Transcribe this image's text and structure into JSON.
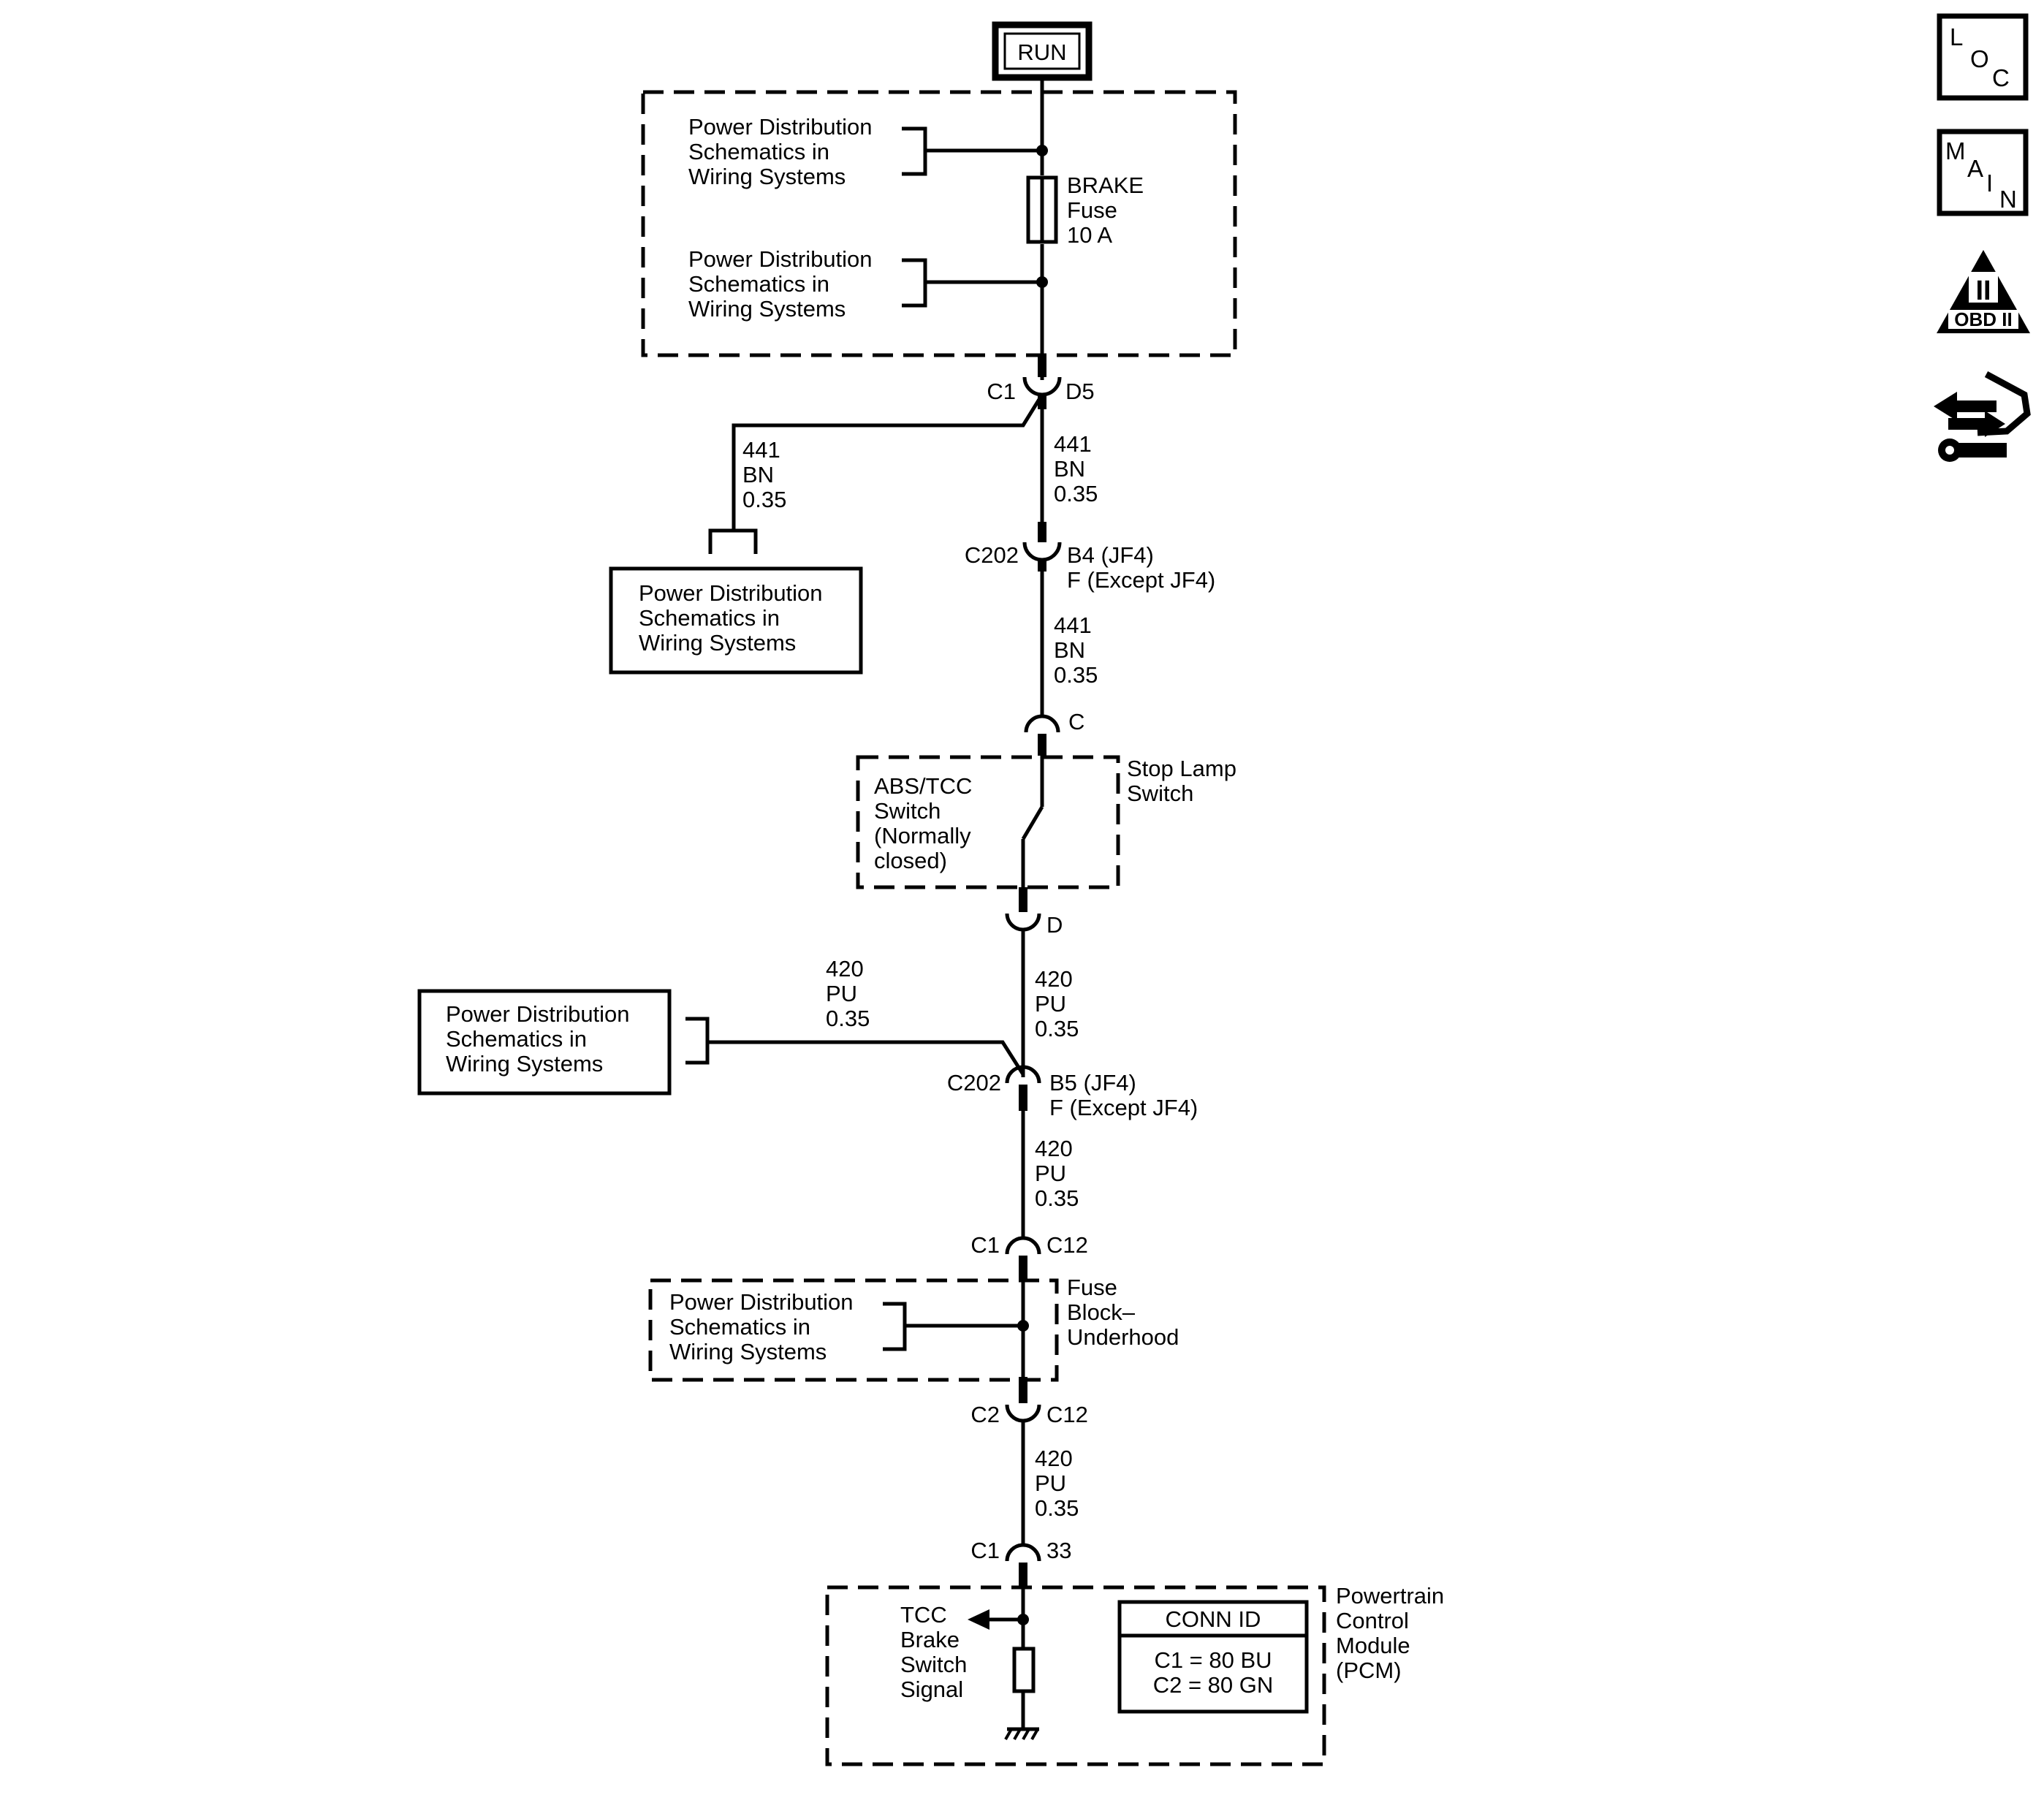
{
  "power_source": {
    "label": "RUN"
  },
  "fuse_block_top": {
    "fuse_label": [
      "BRAKE",
      "Fuse",
      "10 A"
    ],
    "ref_upper": [
      "Power Distribution",
      "Schematics in",
      "Wiring Systems"
    ],
    "ref_lower": [
      "Power Distribution",
      "Schematics in",
      "Wiring Systems"
    ]
  },
  "conn_c1_d5": {
    "left": "C1",
    "right": "D5"
  },
  "branch_441_left": {
    "circuit": "441",
    "color": "BN",
    "size": "0.35"
  },
  "ref_box_left_441": [
    "Power Distribution",
    "Schematics in",
    "Wiring Systems"
  ],
  "wire_441_a": {
    "circuit": "441",
    "color": "BN",
    "size": "0.35"
  },
  "conn_c202_top": {
    "name": "C202",
    "pin_line1": "B4 (JF4)",
    "pin_line2": "F (Except JF4)"
  },
  "wire_441_b": {
    "circuit": "441",
    "color": "BN",
    "size": "0.35"
  },
  "stop_lamp_switch": {
    "pin_in": "C",
    "pin_out": "D",
    "name": [
      "Stop Lamp",
      "Switch"
    ],
    "inner_label": [
      "ABS/TCC",
      "Switch",
      "(Normally",
      "closed)"
    ]
  },
  "branch_420_left": {
    "circuit": "420",
    "color": "PU",
    "size": "0.35"
  },
  "ref_box_left_420": [
    "Power Distribution",
    "Schematics in",
    "Wiring Systems"
  ],
  "wire_420_a": {
    "circuit": "420",
    "color": "PU",
    "size": "0.35"
  },
  "conn_c202_bottom": {
    "name": "C202",
    "pin_line1": "B5 (JF4)",
    "pin_line2": "F (Except JF4)"
  },
  "wire_420_b": {
    "circuit": "420",
    "color": "PU",
    "size": "0.35"
  },
  "conn_c1_c12": {
    "left": "C1",
    "right": "C12"
  },
  "fuse_block_underhood": {
    "name": [
      "Fuse",
      "Block–",
      "Underhood"
    ],
    "ref": [
      "Power Distribution",
      "Schematics in",
      "Wiring Systems"
    ]
  },
  "conn_c2_c12": {
    "left": "C2",
    "right": "C12"
  },
  "wire_420_c": {
    "circuit": "420",
    "color": "PU",
    "size": "0.35"
  },
  "conn_c1_33": {
    "left": "C1",
    "right": "33"
  },
  "pcm": {
    "name": [
      "Powertrain",
      "Control",
      "Module",
      "(PCM)"
    ],
    "signal": [
      "TCC",
      "Brake",
      "Switch",
      "Signal"
    ],
    "conn_id_title": "CONN ID",
    "conn_id_lines": [
      "C1 = 80 BU",
      "C2 = 80 GN"
    ]
  },
  "side_icons": [
    {
      "icon": "loc-icon",
      "letters": [
        "L",
        "O",
        "C"
      ]
    },
    {
      "icon": "main-icon",
      "letters": [
        "M",
        "A",
        "I",
        "N"
      ]
    },
    {
      "icon": "obd-ii-icon",
      "letters": [
        "II",
        "OBD II"
      ]
    },
    {
      "icon": "diagnostic-tool-icon"
    }
  ]
}
